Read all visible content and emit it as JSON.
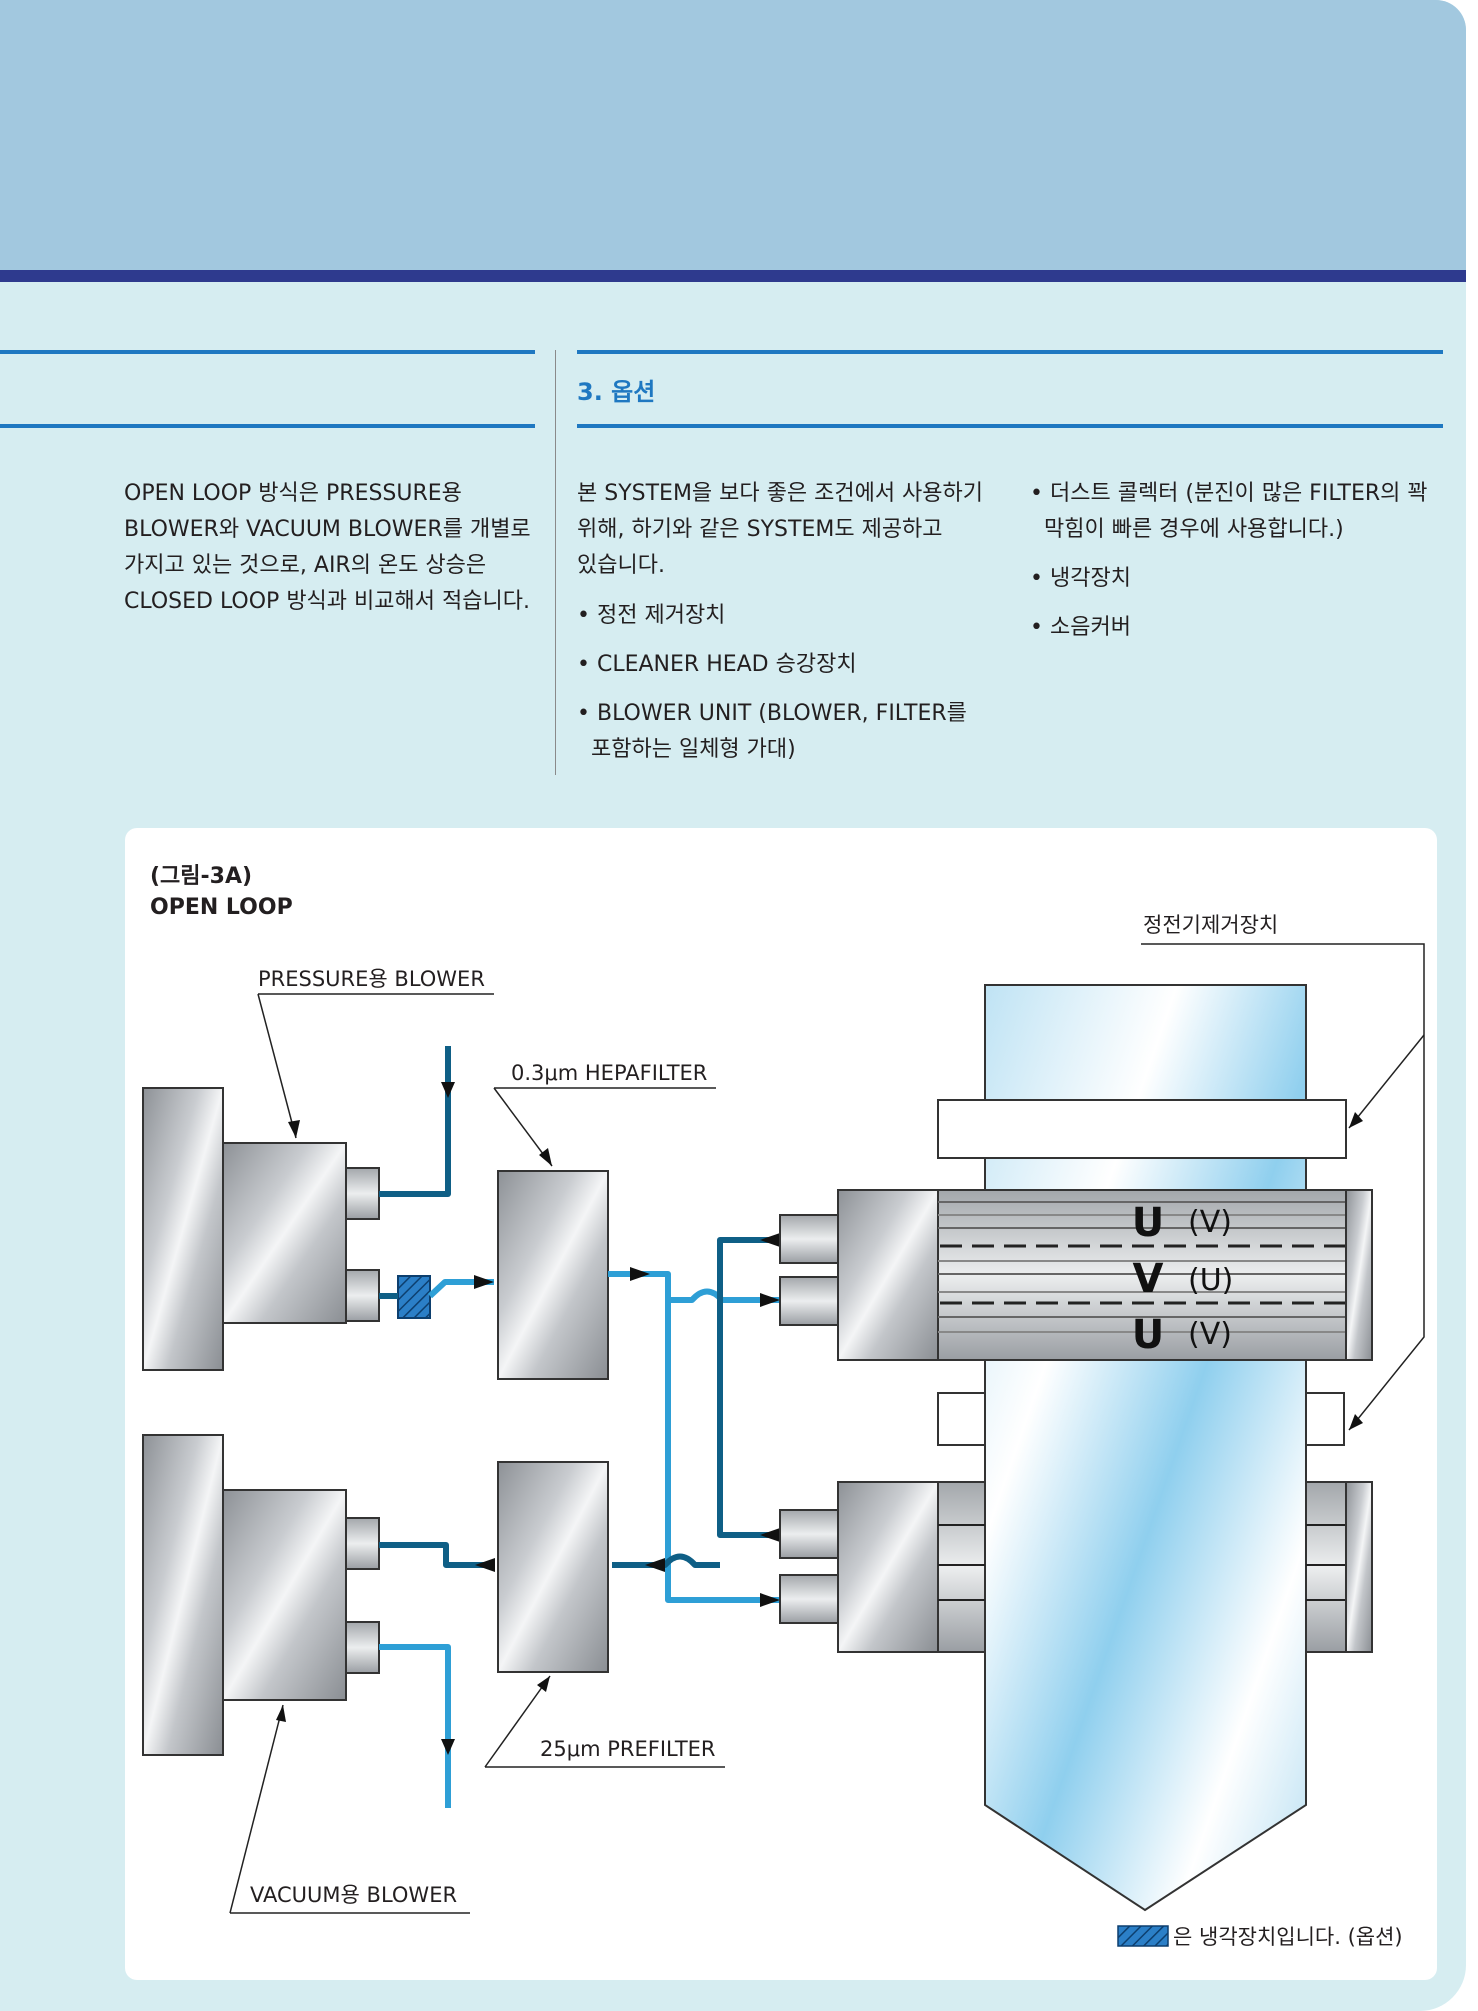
{
  "section": {
    "title": "3. 옵션"
  },
  "left_column": {
    "lines": [
      "OPEN LOOP 방식은 PRESSURE용",
      "BLOWER와 VACUUM BLOWER를 개별로",
      "가지고 있는 것으로, AIR의 온도 상승은",
      "CLOSED LOOP 방식과 비교해서 적습니다."
    ]
  },
  "middle_column": {
    "intro_lines": [
      "본 SYSTEM을 보다 좋은 조건에서 사용하기",
      "위해, 하기와 같은 SYSTEM도 제공하고",
      "있습니다."
    ],
    "bullets": [
      "정전 제거장치",
      "CLEANER HEAD 승강장치",
      "BLOWER UNIT (BLOWER, FILTER를 포함하는 일체형 가대)"
    ]
  },
  "right_column": {
    "bullets": [
      "더스트 콜렉터 (분진이 많은 FILTER의 꽉막힘이 빠른 경우에 사용합니다.)",
      "냉각장치",
      "소음커버"
    ]
  },
  "figure": {
    "caption_id": "(그림-3A)",
    "caption_title": "OPEN LOOP",
    "labels": {
      "pressure_blower": "PRESSURE용 BLOWER",
      "hepa_filter": "0.3μm HEPAFILTER",
      "static_eliminator": "정전기제거장치",
      "prefilter": "25μm PREFILTER",
      "vacuum_blower": "VACUUM용 BLOWER",
      "legend": "은 냉각장치입니다. (옵션)"
    },
    "roller_marks": [
      {
        "main": "U",
        "sub": "(V)"
      },
      {
        "main": "V",
        "sub": "(U)"
      },
      {
        "main": "U",
        "sub": "(V)"
      }
    ]
  },
  "colors": {
    "accent": "#1f78c1",
    "header_band": "#a2c8df",
    "header_rule": "#2e3a8e",
    "page_bg": "#d6edf1",
    "pipe_dark": "#0f5f86",
    "pipe_light": "#2e9fd6"
  }
}
